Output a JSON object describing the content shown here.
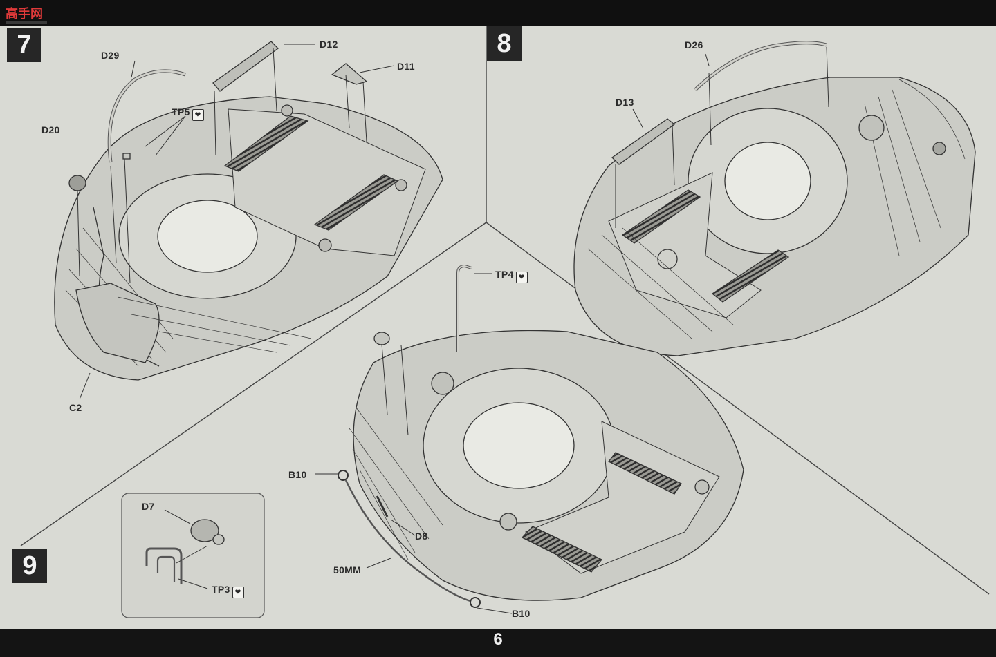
{
  "page_number": "6",
  "steps": [
    {
      "number": "7",
      "labels": [
        "D29",
        "D12",
        "D11",
        "TP5",
        "D20",
        "C2"
      ]
    },
    {
      "number": "8",
      "labels": [
        "D26",
        "D13"
      ]
    },
    {
      "number": "9",
      "labels": [
        "TP4",
        "B10",
        "D8",
        "50MM",
        "B10"
      ],
      "detail_labels": [
        "D7",
        "TP3"
      ]
    }
  ],
  "watermark": "高手网",
  "colors": {
    "paper": "#d9dad4",
    "ink": "#2a2a2a",
    "part": "#c9cac4",
    "band": "#141414"
  },
  "icons": [
    "glue-icon"
  ]
}
